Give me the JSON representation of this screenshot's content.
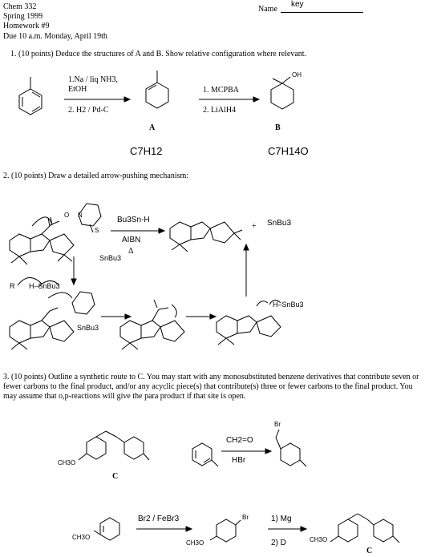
{
  "header": {
    "course": "Chem 332",
    "term": "Spring 1999",
    "homework": "Homework #9",
    "due": "Due 10 a.m. Monday, April 19th",
    "name_label": "Name",
    "name_value": "key"
  },
  "q1": {
    "prompt": "1.  (10 points) Deduce the structures of A and B.  Show relative configuration where relevant.",
    "arrow1_step1": "1.Na / liq NH3,",
    "arrow1_step1b": "EtOH",
    "arrow1_step2": "2. H2 / Pd-C",
    "arrow2_step1": "1. MCPBA",
    "arrow2_step2": "2. LiAlH4",
    "label_A": "A",
    "label_B": "B",
    "formula_A": "C7H12",
    "formula_B": "C7H14O",
    "oh_label": "OH"
  },
  "q2": {
    "prompt": "2.  (10 points) Draw a detailed arrow-pushing mechanism:",
    "reagent1": "Bu3Sn-H",
    "reagent2": "AIBN",
    "reagent3": "Δ",
    "byproduct": "SnBu3",
    "plus": "+",
    "label_snbu3": "SnBu3",
    "label_r": "R",
    "label_hsnbu3": "H–SnBu3",
    "label_s": "S",
    "label_o": "O",
    "label_n": "N",
    "label_h": "H"
  },
  "q3": {
    "prompt": "3.  (10 points)  Outline a synthetic route to C.  You may start with any monosubstituted benzene derivatives that contribute seven or fewer carbons to the final product, and/or any acyclic piece(s) that contribute(s) three or fewer carbons to the final product. You may assume that o,p-reactions will give the para product if that site is open.",
    "label_C": "C",
    "ch3o": "CH3O",
    "reagent_a1": "CH2=O",
    "reagent_a2": "HBr",
    "br": "Br",
    "reagent_b": "Br2 / FeBr3",
    "reagent_c1": "1) Mg",
    "reagent_c2": "2) D"
  }
}
